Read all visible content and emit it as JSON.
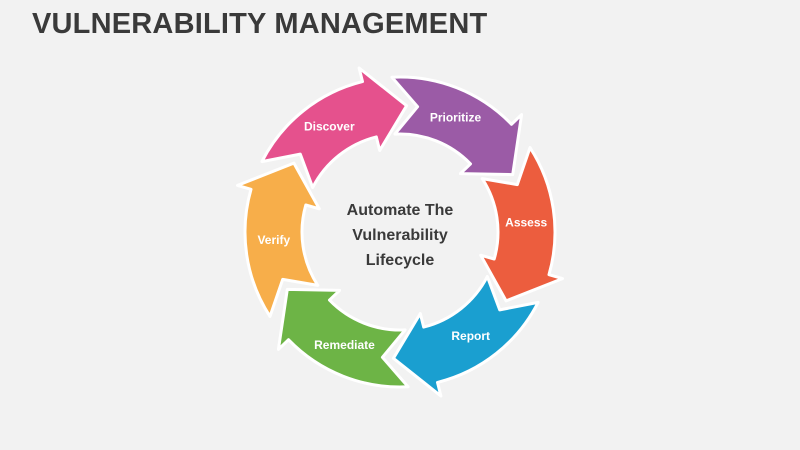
{
  "title": "VULNERABILITY MANAGEMENT",
  "center": {
    "lines": [
      "Automate The",
      "Vulnerability",
      "Lifecycle"
    ]
  },
  "segments": [
    {
      "label": "Discover",
      "color": "#e5518d"
    },
    {
      "label": "Prioritize",
      "color": "#9b5ba6"
    },
    {
      "label": "Assess",
      "color": "#ec5d3e"
    },
    {
      "label": "Report",
      "color": "#1a9fd0"
    },
    {
      "label": "Remediate",
      "color": "#6db446"
    },
    {
      "label": "Verify",
      "color": "#f7ae4a"
    }
  ]
}
